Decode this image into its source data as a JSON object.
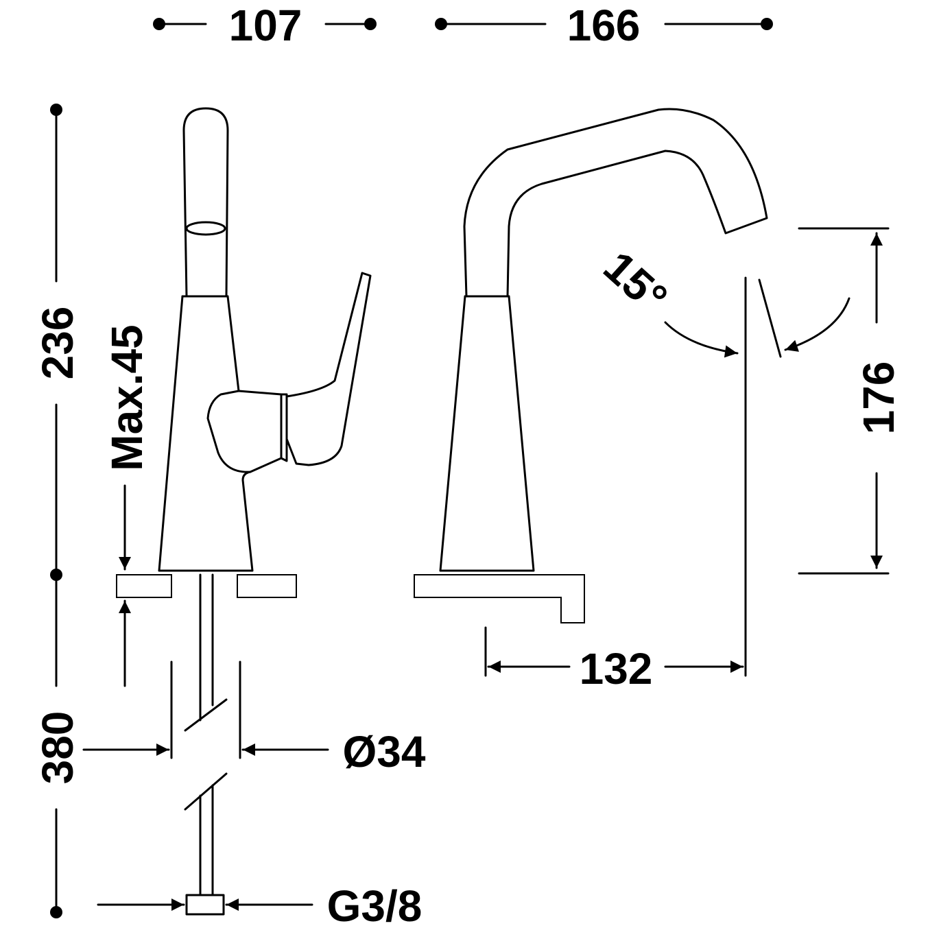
{
  "dimensions": {
    "top_left_width": "107",
    "top_right_width": "166",
    "total_height": "236",
    "max_deck": "Max.45",
    "hose_length": "380",
    "pipe_diameter": "Ø34",
    "connection": "G3/8",
    "spout_reach": "132",
    "spout_height": "176",
    "swivel_angle": "15°"
  },
  "colors": {
    "line": "#000000",
    "background": "#ffffff"
  }
}
